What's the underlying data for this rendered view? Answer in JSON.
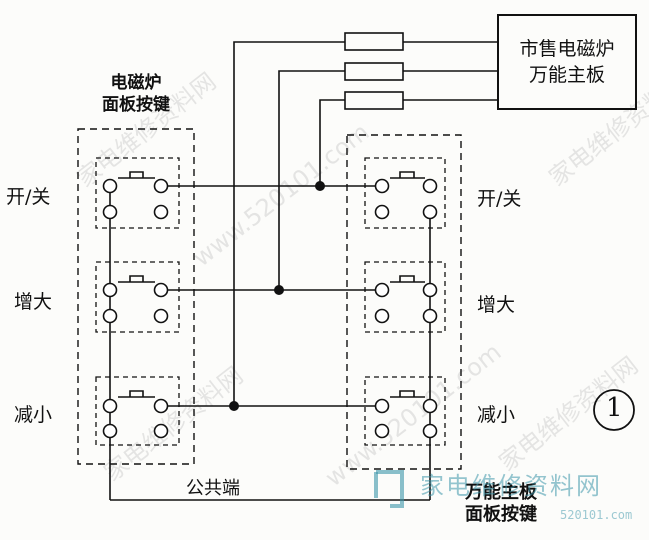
{
  "labels": {
    "left_panel_title": [
      "电磁炉",
      "面板按键"
    ],
    "right_box_title": [
      "市售电磁炉",
      "万能主板"
    ],
    "right_panel_title": [
      "万能主板",
      "面板按键"
    ],
    "common_terminal": "公共端",
    "figure_number": "1",
    "buttons": [
      {
        "left": "开/关",
        "right": "开/关"
      },
      {
        "left": "增大",
        "right": "增大"
      },
      {
        "left": "减小",
        "right": "减小"
      }
    ]
  },
  "watermarks": [
    "家电维修资料网",
    "www.520101.com",
    "家电维修资料网",
    "www.520101.com",
    "家电维修资料网",
    "家电维修资料网"
  ],
  "logo": {
    "text": "家电维修资料网",
    "sub": "520101.com"
  },
  "colors": {
    "line": "#111111",
    "dashed": "#222222",
    "watermark": "#b8b8b8",
    "logo": "#3c96aa"
  }
}
